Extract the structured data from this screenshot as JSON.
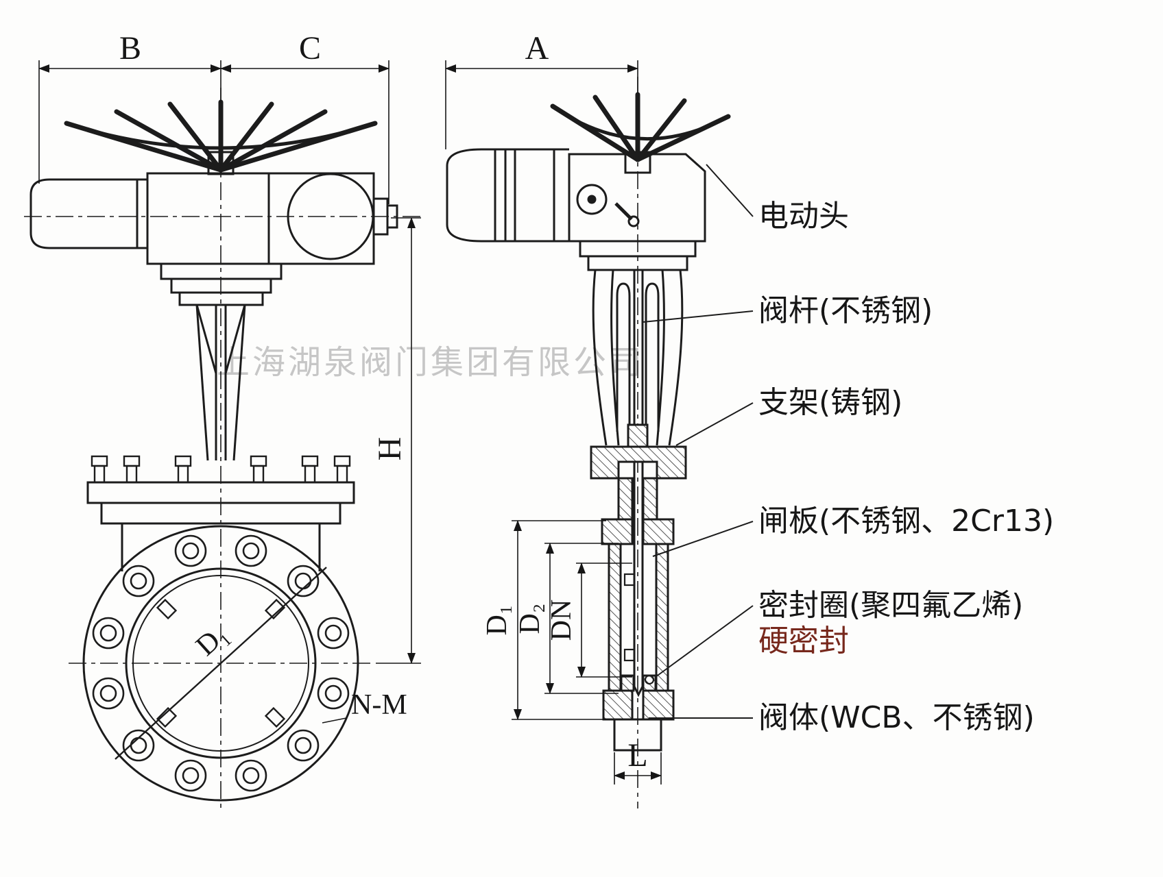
{
  "watermark": "上海湖泉阀门集团有限公司",
  "dims": {
    "B": "B",
    "C": "C",
    "A": "A",
    "H": "H",
    "D1": "D₁",
    "D2": "D₂",
    "DN": "DN",
    "L": "L",
    "NM": "N-M",
    "D1_face": "D₁"
  },
  "callouts": {
    "actuator": "电动头",
    "stem": "阀杆(不锈钢)",
    "bracket": "支架(铸钢)",
    "gate": "闸板(不锈钢、2Cr13)",
    "seal_line1": "密封圈(聚四氟乙烯)",
    "seal_line2": "硬密封",
    "body": "阀体(WCB、不锈钢)"
  },
  "colors": {
    "line": "#1c1c1c",
    "watermark": "#c6c6c6",
    "seal_accent": "#77281c"
  }
}
